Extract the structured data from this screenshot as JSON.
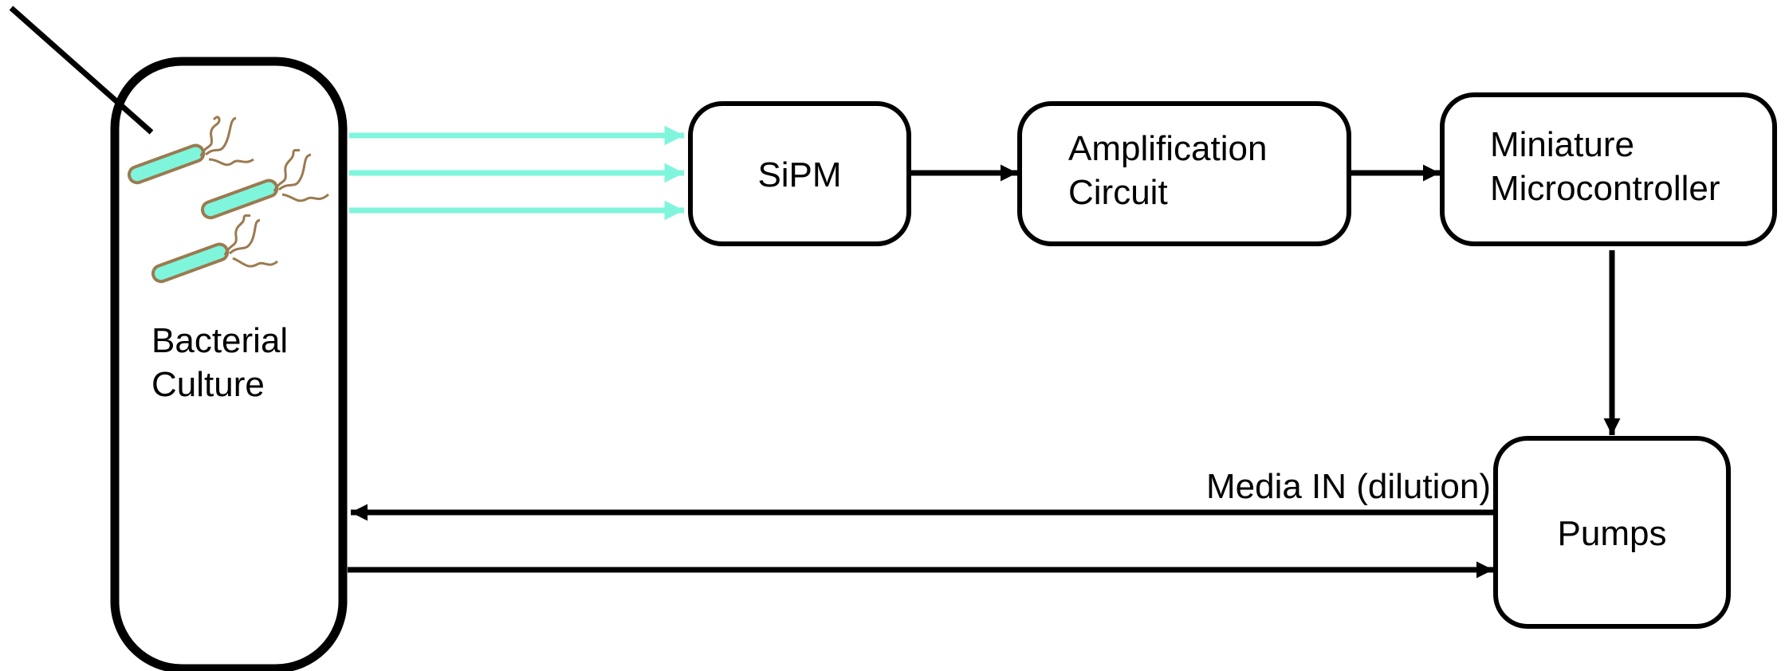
{
  "colors": {
    "stroke": "#000000",
    "light": "#7ff5dc",
    "bacteria_fill": "#7ff5dc",
    "bacteria_outline": "#9b7a50"
  },
  "nodes": {
    "culture": {
      "line1": "Bacterial",
      "line2": "Culture"
    },
    "sipm": {
      "label": "SiPM"
    },
    "amplifier": {
      "line1": "Amplification",
      "line2": "Circuit"
    },
    "microcontroller": {
      "line1": "Miniature",
      "line2": "Microcontroller"
    },
    "pumps": {
      "label": "Pumps"
    }
  },
  "edges": {
    "media_in": {
      "label": "Media IN (dilution)"
    }
  },
  "icons": {
    "bacterium": "bacterium-icon",
    "probe": "probe-icon"
  }
}
